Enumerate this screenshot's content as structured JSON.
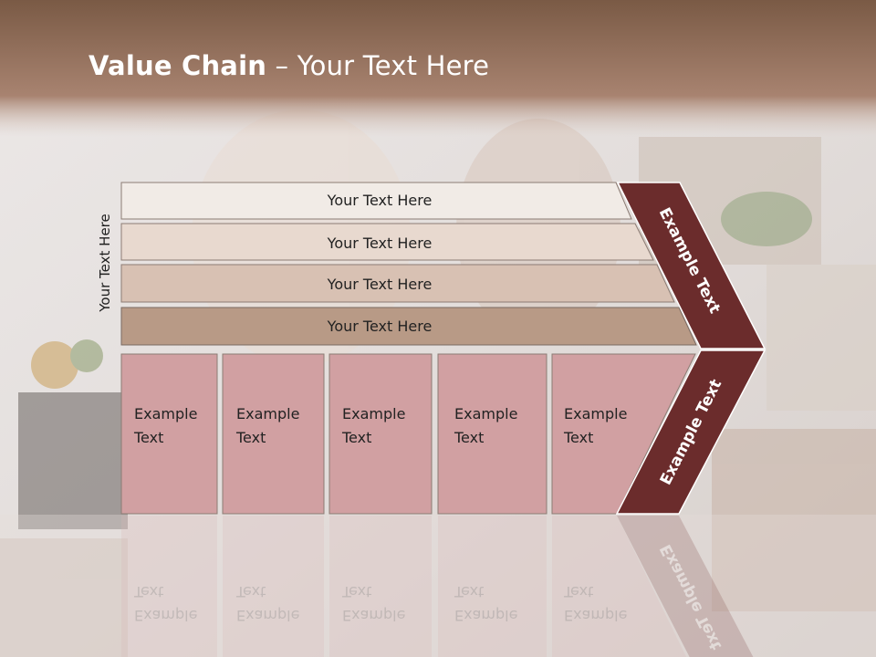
{
  "slide": {
    "title_bold": "Value Chain",
    "title_rest": " – Your Text Here",
    "side_label": "Your Text Here",
    "bars": [
      "Your Text Here",
      "Your Text Here",
      "Your Text Here",
      "Your Text Here"
    ],
    "columns": [
      [
        "Example",
        "Text"
      ],
      [
        "Example",
        "Text"
      ],
      [
        "Example",
        "Text"
      ],
      [
        "Example",
        "Text"
      ],
      [
        "Example",
        "Text"
      ]
    ],
    "chevron_top_label": "Example Text",
    "chevron_bottom_label": "Example Text"
  },
  "colors": {
    "header_band": "#8c6a55",
    "bar_fills": [
      "#f1ebe6",
      "#e8d9cf",
      "#d8c1b3",
      "#b89a86"
    ],
    "column_fill": "#d1a0a2",
    "chevron_fill": "#6b2c2c"
  }
}
